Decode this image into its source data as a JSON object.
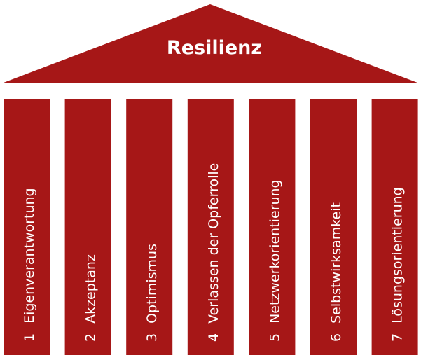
{
  "roof": {
    "title": "Resilienz"
  },
  "pillars": [
    {
      "number": "1",
      "label": "Eigenverantwortung"
    },
    {
      "number": "2",
      "label": "Akzeptanz"
    },
    {
      "number": "3",
      "label": "Optimismus"
    },
    {
      "number": "4",
      "label": "Verlassen der Opferrolle"
    },
    {
      "number": "5",
      "label": "Netzwerkorientierung"
    },
    {
      "number": "6",
      "label": "Selbstwirksamkeit"
    },
    {
      "number": "7",
      "label": "Lösungsorientierung"
    }
  ],
  "colors": {
    "primary": "#a61717",
    "text": "#ffffff",
    "background": "#ffffff"
  }
}
